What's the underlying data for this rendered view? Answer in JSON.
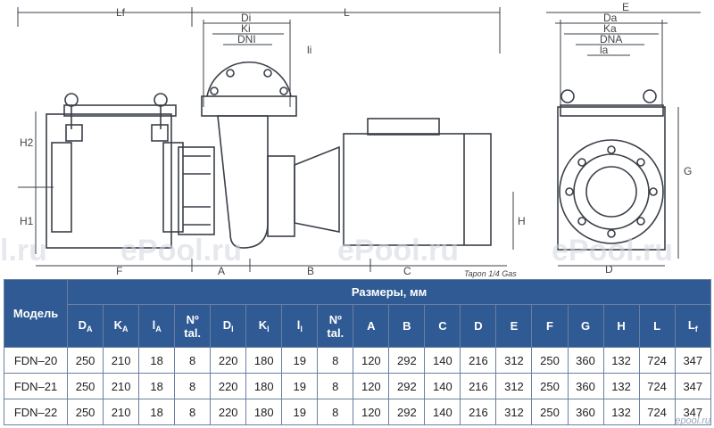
{
  "drawing": {
    "labels": {
      "Lf": "Lf",
      "L": "L",
      "E": "E",
      "Di": "Di",
      "Ki": "Ki",
      "DNI": "DNI",
      "li": "li",
      "Da": "Da",
      "Ka": "Ka",
      "DNA": "DNA",
      "la": "la",
      "H2": "H2",
      "H1": "H1",
      "H": "H",
      "G": "G",
      "F": "F",
      "A": "A",
      "B": "B",
      "C": "C",
      "D": "D",
      "tapon": "Tapon 1/4 Gas"
    },
    "watermarks": [
      "l.ru",
      "ePool.ru",
      "ePool.ru",
      "ePool.ru"
    ]
  },
  "table": {
    "model_header": "Модель",
    "group_header": "Размеры, мм",
    "columns": [
      {
        "base": "D",
        "sub": "A"
      },
      {
        "base": "K",
        "sub": "A"
      },
      {
        "base": "l",
        "sub": "A"
      },
      {
        "base": "Nº",
        "sub": "",
        "line2": "tal."
      },
      {
        "base": "D",
        "sub": "l"
      },
      {
        "base": "K",
        "sub": "l"
      },
      {
        "base": "l",
        "sub": "l"
      },
      {
        "base": "Nº",
        "sub": "",
        "line2": "tal."
      },
      {
        "base": "A",
        "sub": ""
      },
      {
        "base": "B",
        "sub": ""
      },
      {
        "base": "C",
        "sub": ""
      },
      {
        "base": "D",
        "sub": ""
      },
      {
        "base": "E",
        "sub": ""
      },
      {
        "base": "F",
        "sub": ""
      },
      {
        "base": "G",
        "sub": ""
      },
      {
        "base": "H",
        "sub": ""
      },
      {
        "base": "L",
        "sub": ""
      },
      {
        "base": "L",
        "sub": "f"
      }
    ],
    "rows": [
      {
        "model": "FDN–20",
        "values": [
          "250",
          "210",
          "18",
          "8",
          "220",
          "180",
          "19",
          "8",
          "120",
          "292",
          "140",
          "216",
          "312",
          "250",
          "360",
          "132",
          "724",
          "347"
        ]
      },
      {
        "model": "FDN–21",
        "values": [
          "250",
          "210",
          "18",
          "8",
          "220",
          "180",
          "19",
          "8",
          "120",
          "292",
          "140",
          "216",
          "312",
          "250",
          "360",
          "132",
          "724",
          "347"
        ]
      },
      {
        "model": "FDN–22",
        "values": [
          "250",
          "210",
          "18",
          "8",
          "220",
          "180",
          "19",
          "8",
          "120",
          "292",
          "140",
          "216",
          "312",
          "250",
          "360",
          "132",
          "724",
          "347"
        ]
      }
    ]
  },
  "logo": "epool.ru"
}
